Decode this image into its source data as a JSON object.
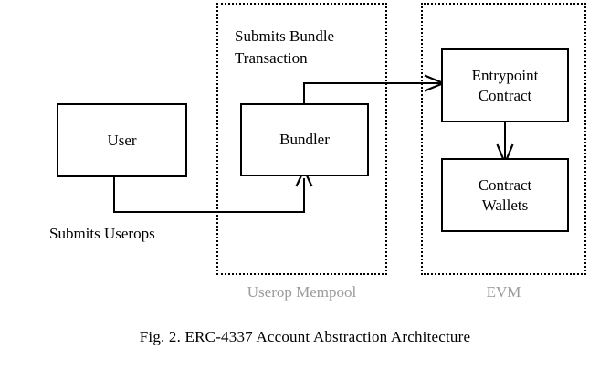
{
  "figure": {
    "caption": "Fig. 2.  ERC-4337 Account Abstraction Architecture",
    "colors": {
      "stroke": "#000000",
      "zone_label": "#9a9a9a",
      "background": "#ffffff"
    }
  },
  "zones": [
    {
      "id": "userop-mempool",
      "label": "Userop Mempool",
      "border_style": "dotted"
    },
    {
      "id": "evm",
      "label": "EVM",
      "border_style": "dotted"
    }
  ],
  "nodes": [
    {
      "id": "user",
      "label": "User"
    },
    {
      "id": "bundler",
      "label": "Bundler"
    },
    {
      "id": "entrypoint",
      "label": "Entrypoint\nContract"
    },
    {
      "id": "wallets",
      "label": "Contract\nWallets"
    }
  ],
  "annotations": [
    {
      "id": "submits-bundle-transaction",
      "text": "Submits Bundle\nTransaction"
    },
    {
      "id": "submits-userops",
      "text": "Submits Userops"
    }
  ],
  "edges": [
    {
      "id": "user-to-bundler",
      "from": "user",
      "to": "bundler",
      "label": "Submits Userops",
      "arrow": true
    },
    {
      "id": "bundler-to-entrypoint",
      "from": "bundler",
      "to": "entrypoint",
      "label": "Submits Bundle Transaction",
      "arrow": true
    },
    {
      "id": "entrypoint-to-wallets",
      "from": "entrypoint",
      "to": "wallets",
      "label": "",
      "arrow": true
    }
  ]
}
